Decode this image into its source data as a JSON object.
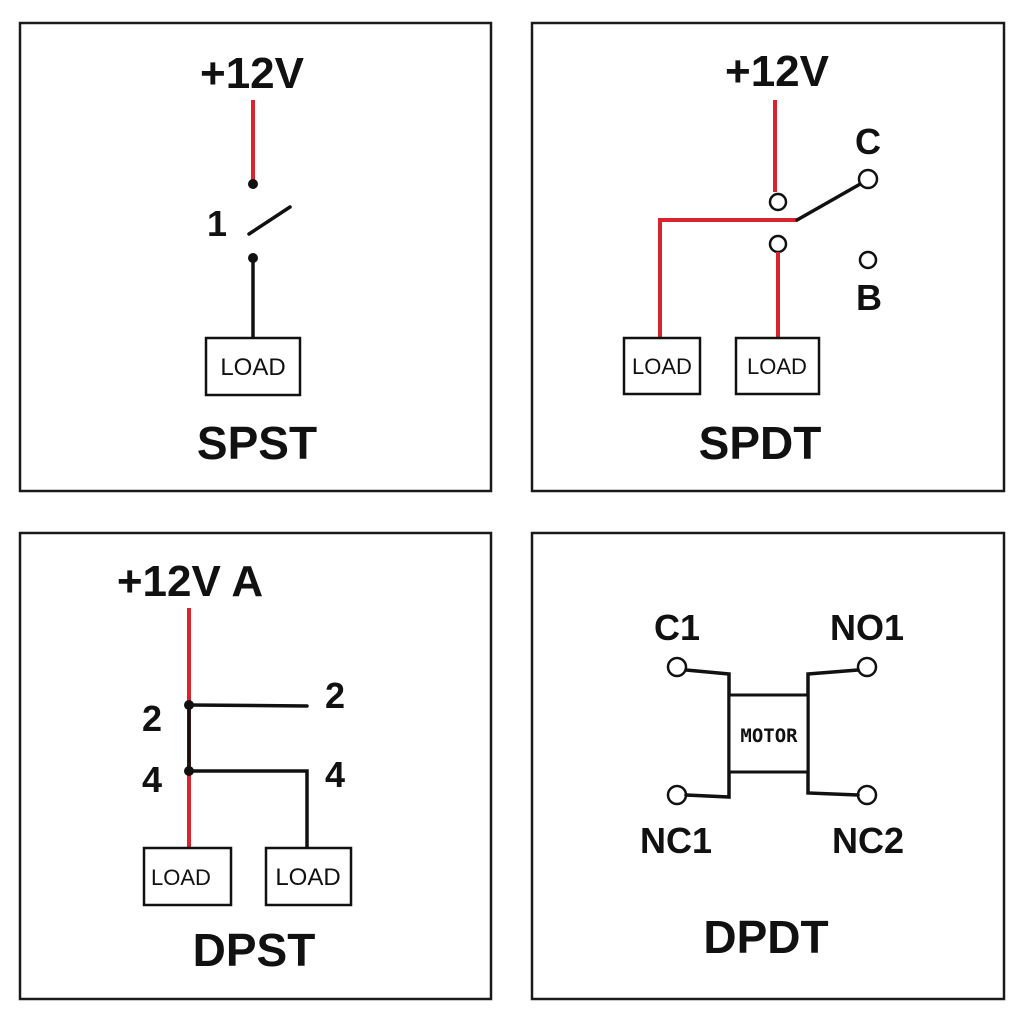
{
  "panels": {
    "spst": {
      "title": "SPST",
      "supply": "+12V",
      "pin": "1",
      "load": "LOAD"
    },
    "spdt": {
      "title": "SPDT",
      "supply": "+12V",
      "terminal_c": "C",
      "terminal_b": "B",
      "load_left": "LOAD",
      "load_right": "LOAD"
    },
    "dpst": {
      "title": "DPST",
      "supply": "+12V A",
      "pin_left_top": "2",
      "pin_left_bottom": "4",
      "pin_right_top": "2",
      "pin_right_bottom": "4",
      "load_left": "LOAD",
      "load_right": "LOAD"
    },
    "dpdt": {
      "title": "DPDT",
      "c1": "C1",
      "no1": "NO1",
      "nc1": "NC1",
      "nc2": "NC2",
      "motor": "MOTOR"
    }
  },
  "colors": {
    "live_wire": "#d9232d",
    "wire": "#111111",
    "frame": "#1a1a1a"
  }
}
